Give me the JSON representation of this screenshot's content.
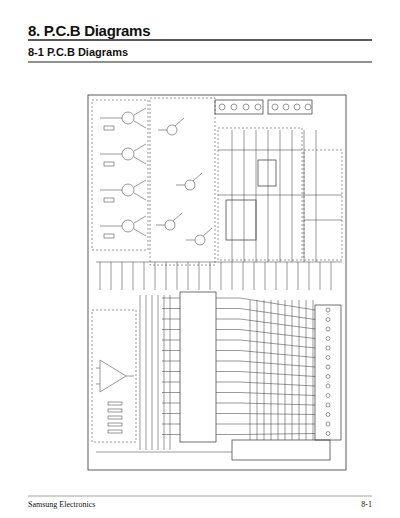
{
  "diagram": {
    "title": "8. P.C.B Diagrams",
    "labels": [
      "8-1 P.C.B Diagrams",
      "Samsung Electronics",
      "8-1"
    ]
  }
}
